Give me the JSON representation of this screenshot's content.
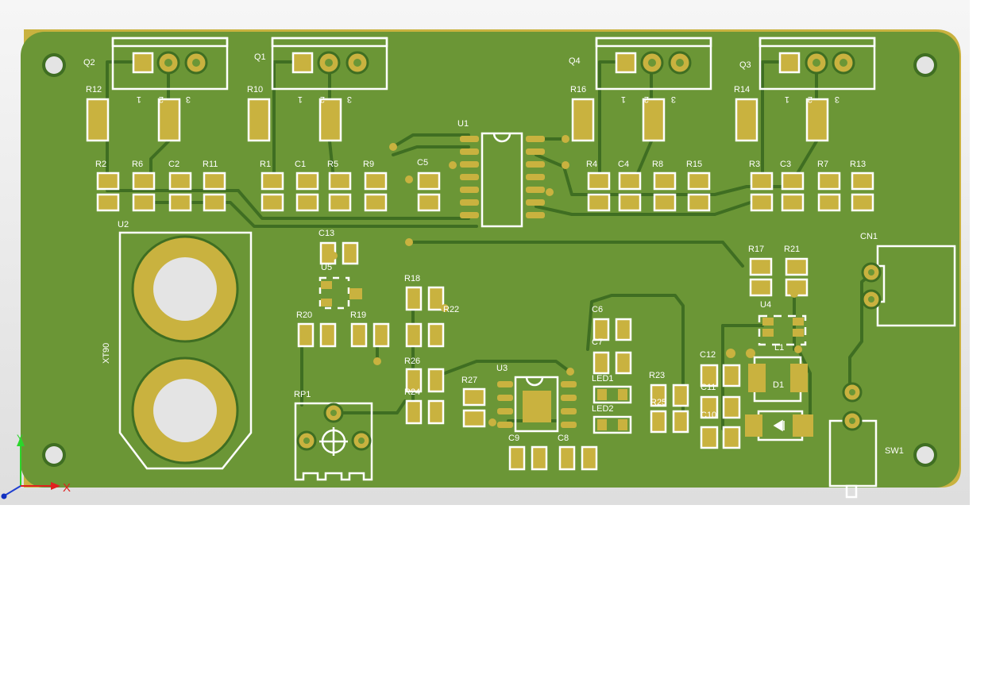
{
  "colors": {
    "board": "#6b9636",
    "board_edge": "#c9b23f",
    "copper_pad": "#c9b23f",
    "silkscreen": "#ffffff",
    "trace": "#3f6e22",
    "hole": "#e4e4e4"
  },
  "axes": {
    "x_label": "X",
    "y_label": "Y"
  },
  "components": {
    "Q2": "Q2",
    "Q1": "Q1",
    "Q4": "Q4",
    "Q3": "Q3",
    "R12": "R12",
    "R10": "R10",
    "R16": "R16",
    "R14": "R14",
    "R2": "R2",
    "R6": "R6",
    "C2": "C2",
    "R11": "R11",
    "R1": "R1",
    "C1": "C1",
    "R5": "R5",
    "R9": "R9",
    "C5": "C5",
    "U1": "U1",
    "R4": "R4",
    "C4": "C4",
    "R8": "R8",
    "R15": "R15",
    "R3": "R3",
    "C3": "C3",
    "R7": "R7",
    "R13": "R13",
    "U2": "U2",
    "XT90": "XT90",
    "C13": "C13",
    "U5": "U5",
    "R20": "R20",
    "R19": "R19",
    "R18": "R18",
    "R22": "R22",
    "R26": "R26",
    "R24": "R24",
    "RP1": "RP1",
    "R27": "R27",
    "U3": "U3",
    "C9": "C9",
    "C8": "C8",
    "C6": "C6",
    "C7": "C7",
    "LED1": "LED1",
    "LED2": "LED2",
    "R23": "R23",
    "R25": "R25",
    "R17": "R17",
    "R21": "R21",
    "U4": "U4",
    "C12": "C12",
    "C11": "C11",
    "C10": "C10",
    "L1": "L1",
    "D1": "D1",
    "CN1": "CN1",
    "SW1": "SW1"
  },
  "pin_labels": {
    "p1": "1",
    "p2": "2",
    "p3": "3"
  }
}
